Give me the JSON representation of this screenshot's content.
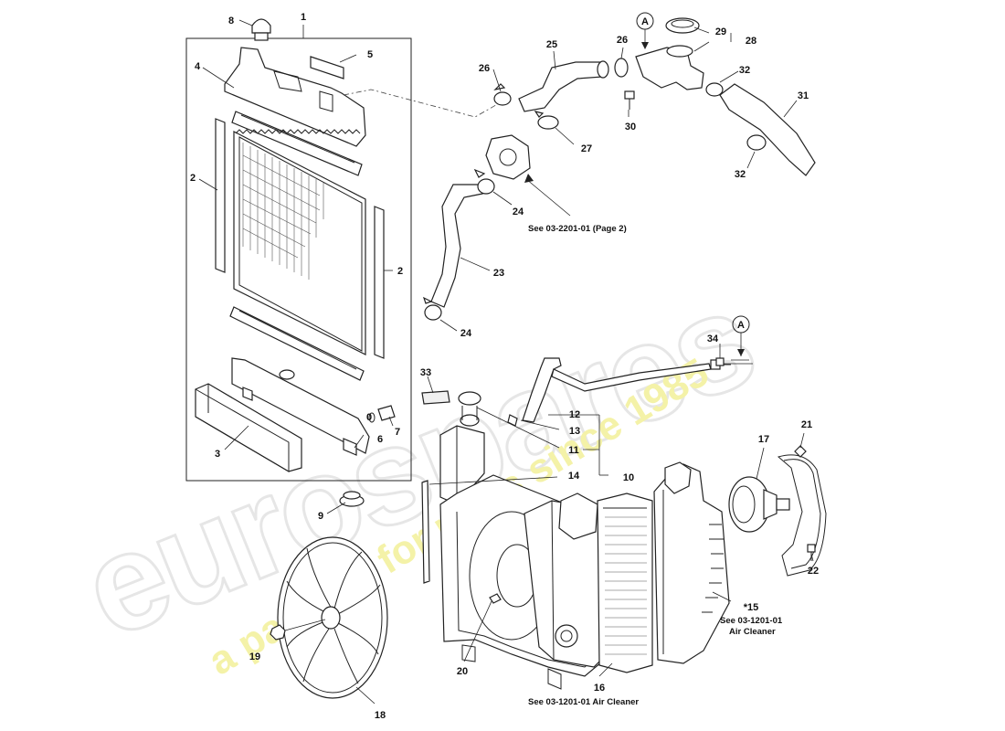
{
  "watermark": {
    "brand": "eurospares",
    "tagline": "a passion for parts since 1985"
  },
  "callouts": {
    "c1": "1",
    "c2a": "2",
    "c2b": "2",
    "c3": "3",
    "c4": "4",
    "c5": "5",
    "c6": "6",
    "c7": "7",
    "c8": "8",
    "c9": "9",
    "c10": "10",
    "c11": "11",
    "c12": "12",
    "c13": "13",
    "c14": "14",
    "c15": "*15",
    "c16": "16",
    "c17": "17",
    "c18": "18",
    "c19": "19",
    "c20": "20",
    "c21": "21",
    "c22": "22",
    "c23": "23",
    "c24a": "24",
    "c24b": "24",
    "c25": "25",
    "c26a": "26",
    "c26b": "26",
    "c27": "27",
    "c28": "28",
    "c29": "29",
    "c30": "30",
    "c31": "31",
    "c32a": "32",
    "c32b": "32",
    "c33": "33",
    "c34": "34",
    "c0": "0"
  },
  "refs": {
    "thermostat": "See 03-2201-01 (Page 2)",
    "air_cleaner_right_1": "See 03-1201-01",
    "air_cleaner_right_2": "Air Cleaner",
    "air_cleaner_bottom": "See 03-1201-01 Air Cleaner"
  },
  "markers": {
    "a_top": "A",
    "a_right": "A"
  }
}
